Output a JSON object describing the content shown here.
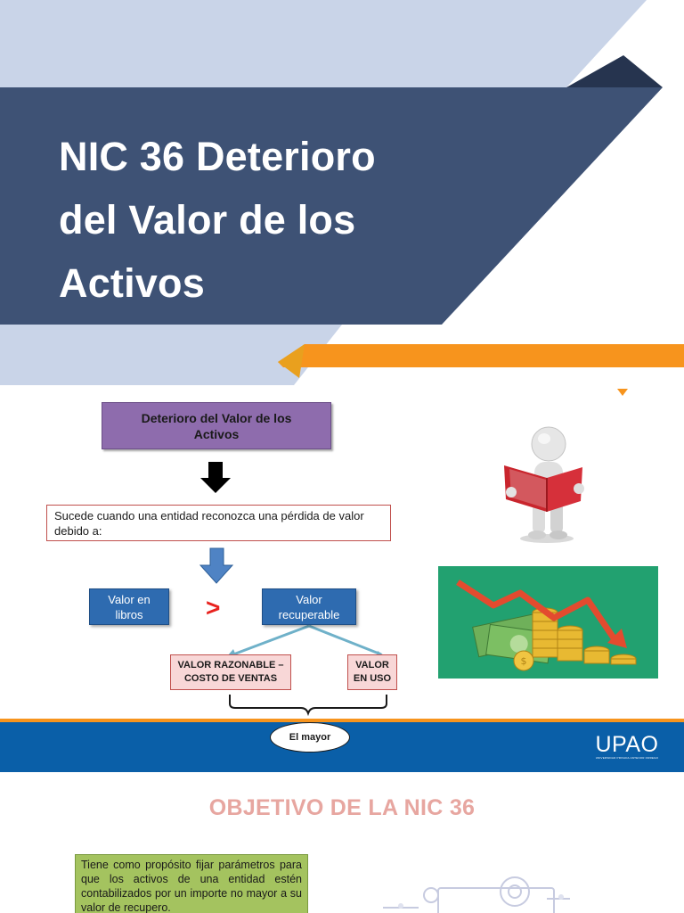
{
  "slide1": {
    "title_lines": [
      "NIC 36 Deterioro",
      "del Valor de los",
      "Activos"
    ],
    "colors": {
      "navy": "#3e5275",
      "light_blue": "#c9d4e8",
      "orange": "#f7941d",
      "dark": "#26344f"
    }
  },
  "slide2": {
    "title_box": "Deterioro del Valor de los Activos",
    "sucede_box": "Sucede cuando una entidad reconozca una pérdida de valor debido a:",
    "valor_libros": "Valor en libros",
    "comparator": ">",
    "valor_recuperable": "Valor recuperable",
    "valor_razonable": "VALOR RAZONABLE – COSTO DE VENTAS",
    "valor_uso": "VALOR EN USO",
    "el_mayor": "El mayor",
    "logo": {
      "word": "UPAO",
      "sub": "UNIVERSIDAD PRIVADA ANTENOR ORREGO"
    },
    "icons": [
      "down-arrow-icon",
      "reader-figure-icon",
      "money-decline-icon"
    ],
    "colors": {
      "purple": "#8e6cad",
      "blue": "#2e6bb0",
      "red": "#e8221e",
      "pink": "#f8d7d7",
      "footer_blue": "#0a5fa8",
      "green": "#1e9c6c"
    }
  },
  "slide3": {
    "title": "OBJETIVO DE LA NIC 36",
    "objetivo_text": "Tiene como propósito fijar parámetros para que los activos de una entidad estén contabilizados por un importe no mayor a su valor de recupero.",
    "colors": {
      "title": "#e7a6a0",
      "box": "#a4c35f"
    }
  }
}
